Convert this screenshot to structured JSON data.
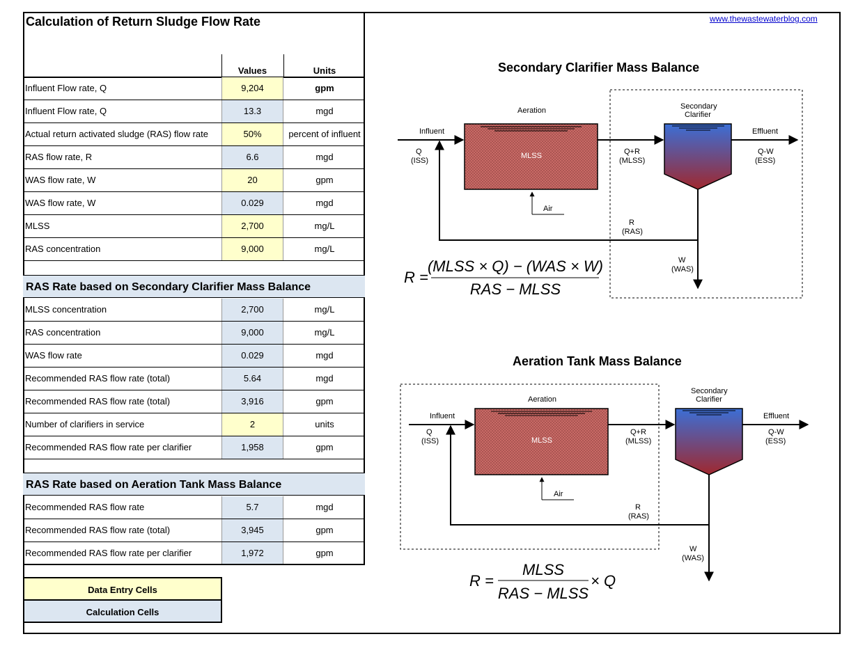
{
  "title": "Calculation of Return Sludge Flow Rate",
  "headers": {
    "values": "Values",
    "units": "Units"
  },
  "inputs": [
    {
      "label": "Influent Flow rate, Q",
      "value": "9,204",
      "unit": "gpm",
      "type": "entry"
    },
    {
      "label": "Influent Flow rate, Q",
      "value": "13.3",
      "unit": "mgd",
      "type": "calc"
    },
    {
      "label": "Actual return activated sludge (RAS) flow rate",
      "value": "50%",
      "unit": "percent of influent",
      "type": "entry"
    },
    {
      "label": "RAS flow rate, R",
      "value": "6.6",
      "unit": "mgd",
      "type": "calc"
    },
    {
      "label": "WAS flow rate, W",
      "value": "20",
      "unit": "gpm",
      "type": "entry"
    },
    {
      "label": "WAS flow rate, W",
      "value": "0.029",
      "unit": "mgd",
      "type": "calc"
    },
    {
      "label": "MLSS",
      "value": "2,700",
      "unit": "mg/L",
      "type": "entry"
    },
    {
      "label": "RAS concentration",
      "value": "9,000",
      "unit": "mg/L",
      "type": "entry"
    }
  ],
  "section1": {
    "title": "RAS Rate based on Secondary Clarifier Mass Balance",
    "rows": [
      {
        "label": "MLSS concentration",
        "value": "2,700",
        "unit": "mg/L",
        "type": "calc"
      },
      {
        "label": "RAS concentration",
        "value": "9,000",
        "unit": "mg/L",
        "type": "calc"
      },
      {
        "label": "WAS flow rate",
        "value": "0.029",
        "unit": "mgd",
        "type": "calc"
      },
      {
        "label": "Recommended RAS flow rate (total)",
        "value": "5.64",
        "unit": "mgd",
        "type": "calc"
      },
      {
        "label": "Recommended RAS flow rate (total)",
        "value": "3,916",
        "unit": "gpm",
        "type": "calc"
      },
      {
        "label": "Number of clarifiers in service",
        "value": "2",
        "unit": "units",
        "type": "entry"
      },
      {
        "label": "Recommended RAS flow rate per clarifier",
        "value": "1,958",
        "unit": "gpm",
        "type": "calc"
      }
    ]
  },
  "section2": {
    "title": "RAS Rate based on Aeration Tank Mass Balance",
    "rows": [
      {
        "label": "Recommended RAS flow rate",
        "value": "5.7",
        "unit": "mgd",
        "type": "calc"
      },
      {
        "label": "Recommended RAS flow rate (total)",
        "value": "3,945",
        "unit": "gpm",
        "type": "calc"
      },
      {
        "label": "Recommended RAS flow rate per clarifier",
        "value": "1,972",
        "unit": "gpm",
        "type": "calc"
      }
    ]
  },
  "legend": {
    "entry": "Data Entry Cells",
    "calc": "Calculation Cells"
  },
  "colors": {
    "entry": "#ffffcc",
    "calc": "#dce6f1"
  },
  "link": "www.thewastewaterblog.com",
  "diagram1": {
    "title": "Secondary Clarifier Mass Balance",
    "aeration": "Aeration",
    "mlss": "MLSS",
    "clarifier1": "Secondary",
    "clarifier2": "Clarifier",
    "influent": "Influent",
    "q": "Q",
    "iss": "(ISS)",
    "qr": "Q+R",
    "qr_mlss": "(MLSS)",
    "effluent": "Effluent",
    "qw": "Q-W",
    "ess": "(ESS)",
    "air": "Air",
    "r": "R",
    "ras": "(RAS)",
    "w": "W",
    "was": "(WAS)"
  },
  "diagram2": {
    "title": "Aeration Tank Mass Balance",
    "aeration": "Aeration",
    "mlss": "MLSS",
    "clarifier1": "Secondary",
    "clarifier2": "Clarifier",
    "influent": "Influent",
    "q": "Q",
    "iss": "(ISS)",
    "qr": "Q+R",
    "qr_mlss": "(MLSS)",
    "effluent": "Effluent",
    "qw": "Q-W",
    "ess": "(ESS)",
    "air": "Air",
    "r": "R",
    "ras": "(RAS)",
    "w": "W",
    "was": "(WAS)"
  },
  "eq1": {
    "lhs": "R =",
    "num": "(MLSS × Q) − (WAS × W)",
    "den": "RAS − MLSS"
  },
  "eq2": {
    "lhs": "R =",
    "num": "MLSS",
    "den": "RAS − MLSS",
    "rhs": "× Q"
  }
}
